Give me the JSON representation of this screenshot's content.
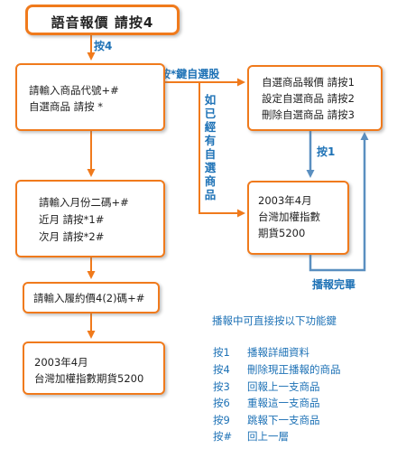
{
  "title": "語音報價  請按4",
  "labels": {
    "press4": "按4",
    "star_key": "按*鍵自選股",
    "already_selected": "如已經有自選商品",
    "press1": "按1",
    "report_done": "播報完畢"
  },
  "boxes": {
    "enter_code": [
      "請輸入商品代號+#",
      "自選商品  請按 *"
    ],
    "month_input": [
      "請輸入月份二碼+#",
      "近月  請按*1#",
      "次月  請按*2#"
    ],
    "strike_input": [
      "請輸入履約價4(2)碼+#"
    ],
    "result_left": [
      "2003年4月",
      "台灣加權指數期貨5200"
    ],
    "self_menu": [
      "自選商品報價  請按1",
      "設定自選商品  請按2",
      "刪除自選商品  請按3"
    ],
    "result_right": [
      "2003年4月",
      "台灣加權指數",
      "期貨5200"
    ]
  },
  "legend": {
    "heading": "播報中可直接按以下功能鍵",
    "items": [
      {
        "key": "按1",
        "desc": "播報詳細資料"
      },
      {
        "key": "按4",
        "desc": "刪除現正播報的商品"
      },
      {
        "key": "按3",
        "desc": "回報上一支商品"
      },
      {
        "key": "按6",
        "desc": "重報這一支商品"
      },
      {
        "key": "按9",
        "desc": "跳報下一支商品"
      },
      {
        "key": "按#",
        "desc": "回上一層"
      }
    ]
  },
  "colors": {
    "box_border": "#f07a1c",
    "arrow": "#f07a1c",
    "connector": "#5a8fc0",
    "label": "#1e72b6"
  }
}
